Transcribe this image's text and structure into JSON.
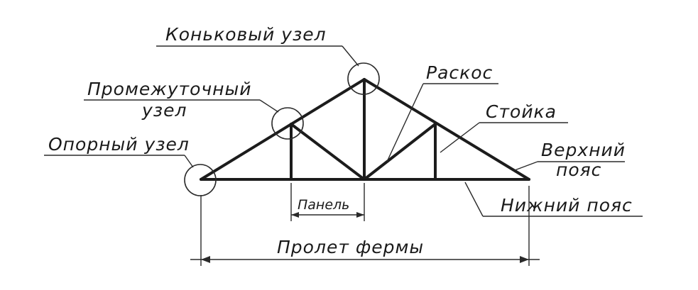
{
  "labels": {
    "ridge_node": "Коньковый узел",
    "intermediate_node_1": "Промежуточный",
    "intermediate_node_2": "узел",
    "support_node": "Опорный узел",
    "brace": "Раскос",
    "post": "Стойка",
    "top_chord_1": "Верхний",
    "top_chord_2": "пояс",
    "bottom_chord": "Нижний пояс",
    "panel": "Панель",
    "truss_span": "Пролет фермы"
  }
}
